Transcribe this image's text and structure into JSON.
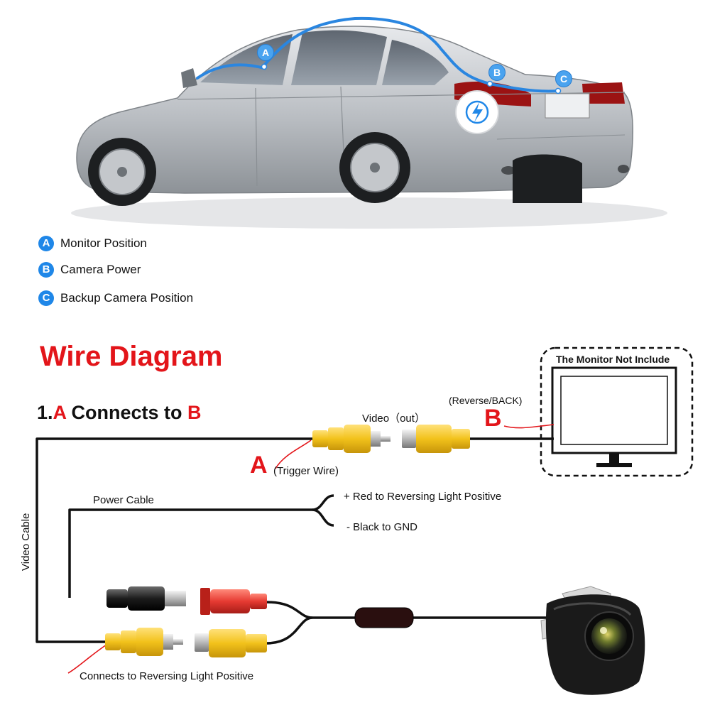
{
  "legend": [
    {
      "letter": "A",
      "label": "Monitor Position"
    },
    {
      "letter": "B",
      "label": "Camera Power"
    },
    {
      "letter": "C",
      "label": "Backup Camera Position"
    }
  ],
  "car_markers": {
    "a": "A",
    "b": "B",
    "c": "C"
  },
  "diagram": {
    "title": "Wire Diagram",
    "step": {
      "prefix": "1.",
      "from": "A",
      "middle": " Connects to ",
      "to": "B"
    },
    "monitor_note": "The Monitor Not Include",
    "reverse_label": "(Reverse/BACK)",
    "b_letter": "B",
    "video_out": "Video（out）",
    "a_letter": "A",
    "trigger_wire": "(Trigger Wire)",
    "power_cable": "Power Cable",
    "red_wire": "+ Red to Reversing Light Positive",
    "black_wire": "- Black to GND",
    "video_cable": "Video Cable",
    "connects_note": "Connects to Reversing Light Positive"
  },
  "colors": {
    "accent_blue": "#1f87e8",
    "title_red": "#e3151a",
    "rca_yellow": "#f2c21b",
    "dc_red": "#e63a32",
    "cable_black": "#111111"
  }
}
